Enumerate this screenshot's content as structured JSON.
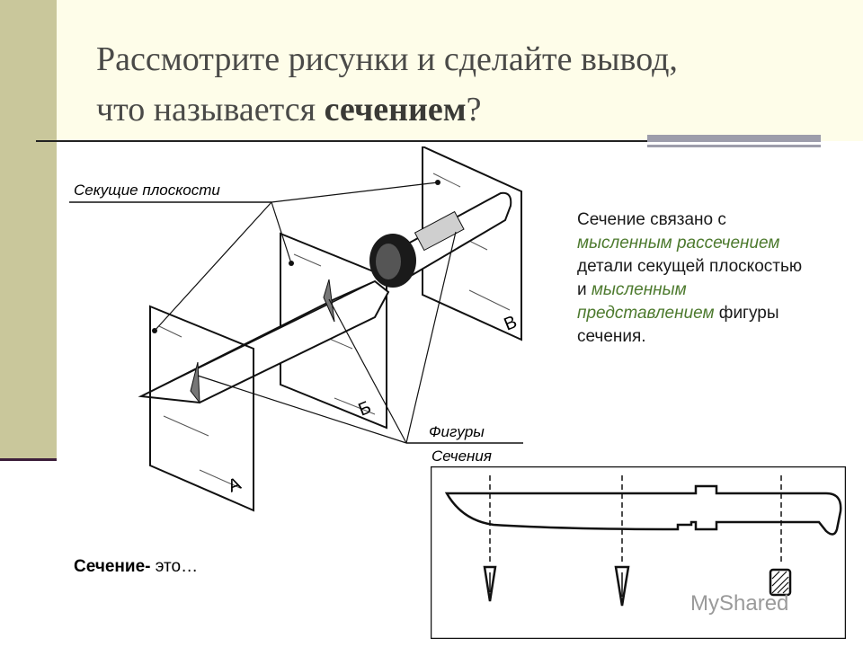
{
  "title": {
    "line1": "Рассмотрите рисунки и сделайте вывод,",
    "line2_prefix": "что называется ",
    "line2_bold": "сечением",
    "line2_suffix": "?"
  },
  "description": {
    "t1": "Сечение связано с ",
    "h1": "мысленным рассечением",
    "t2": " детали секущей плоскостью и ",
    "h2": "мысленным представлением",
    "t3": " фигуры сечения."
  },
  "definition": {
    "bold": "Сечение-",
    "rest": " это…"
  },
  "figure1": {
    "label_planes": "Секущие плоскости",
    "label_figures_1": "Фигуры",
    "label_figures_2": "Сечения",
    "plane_a": "А",
    "plane_b": "Б",
    "plane_c": "В"
  },
  "watermark": "MyShared"
}
